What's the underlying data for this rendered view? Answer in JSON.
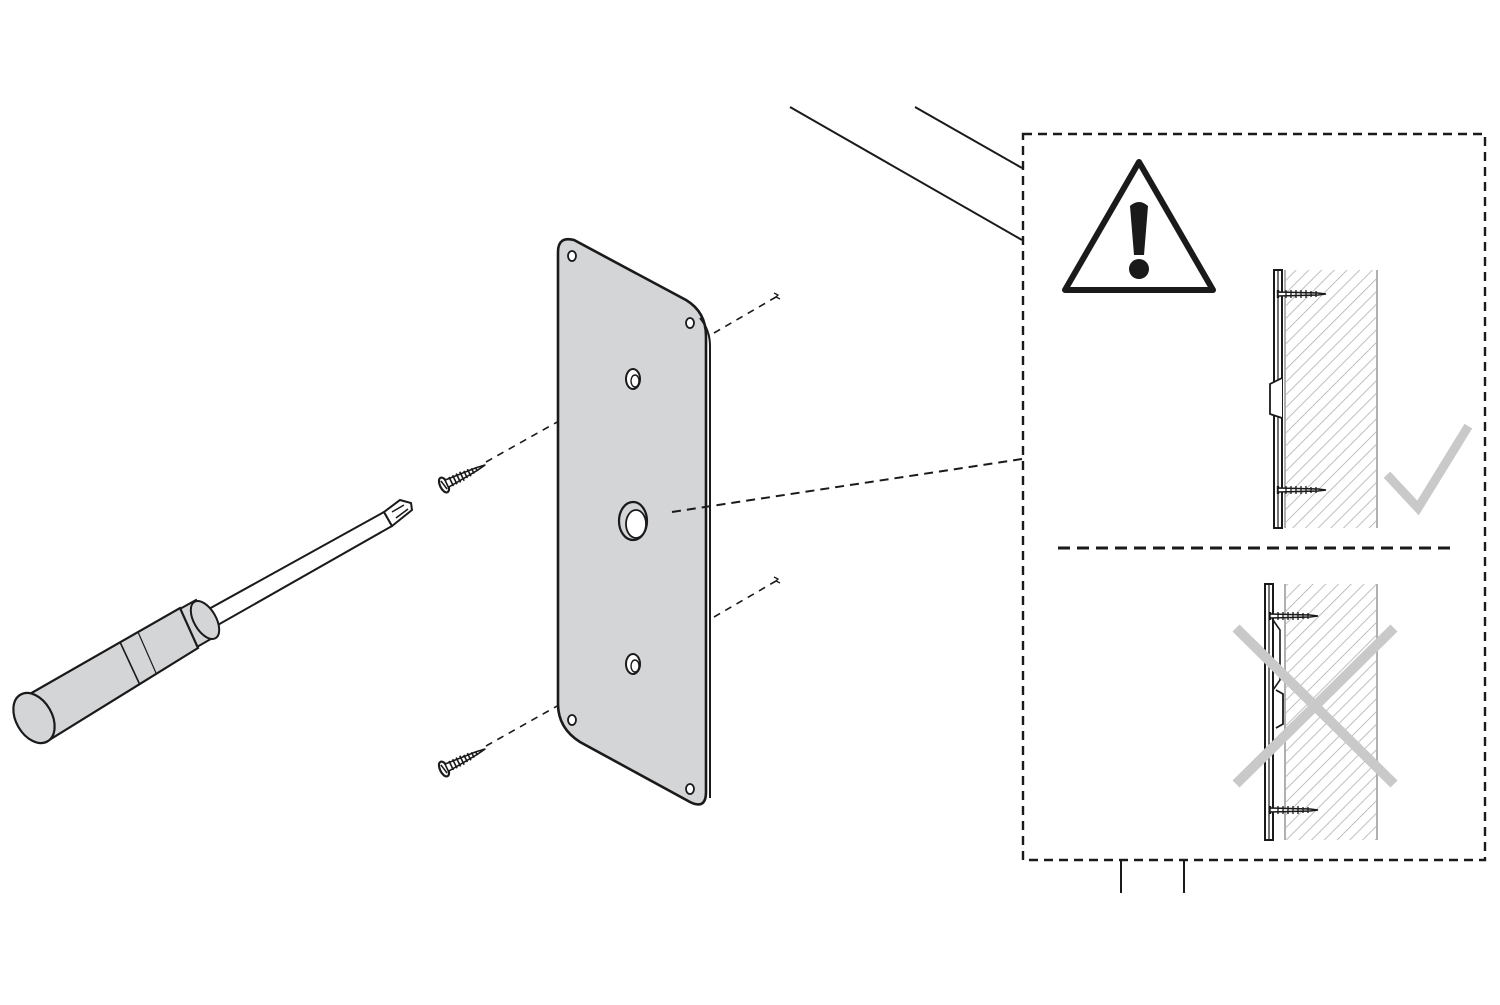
{
  "illustration": {
    "kind": "assembly-instruction",
    "colors": {
      "line": "#1a1a1a",
      "plate_fill": "#d4d5d7",
      "handle_fill": "#d4d5d7",
      "check_mark": "#c9c9c9",
      "cross_mark": "#c9c9c9",
      "hatch": "#b0b0b0"
    },
    "icons": [
      "screwdriver-icon",
      "screw-icon",
      "mounting-plate-icon",
      "warning-triangle-icon",
      "correct-check-icon",
      "incorrect-cross-icon"
    ],
    "detail_panel": {
      "panels": [
        "correct-installation",
        "incorrect-installation"
      ]
    },
    "screw_count": 2
  }
}
